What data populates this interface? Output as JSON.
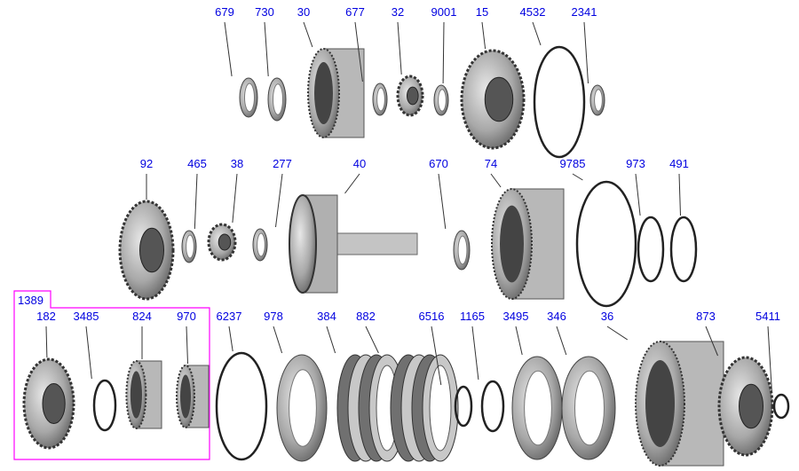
{
  "diagram": {
    "row1": [
      "679",
      "730",
      "30",
      "677",
      "32",
      "9001",
      "15",
      "4532",
      "2341"
    ],
    "row2": [
      "92",
      "465",
      "38",
      "277",
      "40",
      "670",
      "74",
      "9785",
      "973",
      "491"
    ],
    "row3": [
      "182",
      "3485",
      "824",
      "970",
      "6237",
      "978",
      "384",
      "882",
      "6516",
      "1165",
      "3495",
      "346",
      "36",
      "873",
      "5411"
    ],
    "group_label": "1389",
    "colors": {
      "label": "#0000e0",
      "group_box": "#ff00ff",
      "part": "#9a9a9a"
    }
  }
}
